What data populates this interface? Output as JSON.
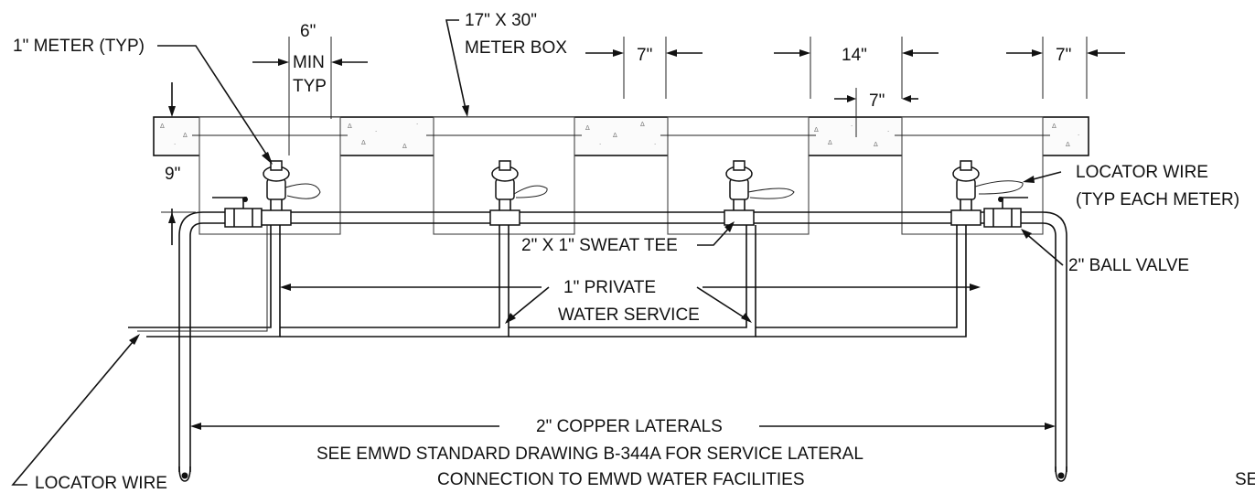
{
  "labels": {
    "meter_typ": "1\" METER (TYP)",
    "meter_box_line1": "17\" X 30\"",
    "meter_box_line2": "METER BOX",
    "min_6_line1": "6\"",
    "min_6_line2": "MIN",
    "min_6_line3": "TYP",
    "dim_7_a": "7\"",
    "dim_14": "14\"",
    "dim_7_b": "7\"",
    "dim_7_c": "7\"",
    "dim_9": "9\"",
    "locator_wire_typ_line1": "LOCATOR WIRE",
    "locator_wire_typ_line2": "(TYP EACH METER)",
    "sweat_tee": "2\" X 1\" SWEAT TEE",
    "ball_valve": "2\" BALL VALVE",
    "private_service_line1": "1\" PRIVATE",
    "private_service_line2": "WATER SERVICE",
    "copper_laterals": "2\" COPPER LATERALS",
    "note_line1": "SEE EMWD STANDARD DRAWING B-344A FOR SERVICE LATERAL",
    "note_line2": "CONNECTION TO EMWD WATER FACILITIES",
    "locator_wire": "LOCATOR WIRE",
    "cut_text": "SE"
  }
}
